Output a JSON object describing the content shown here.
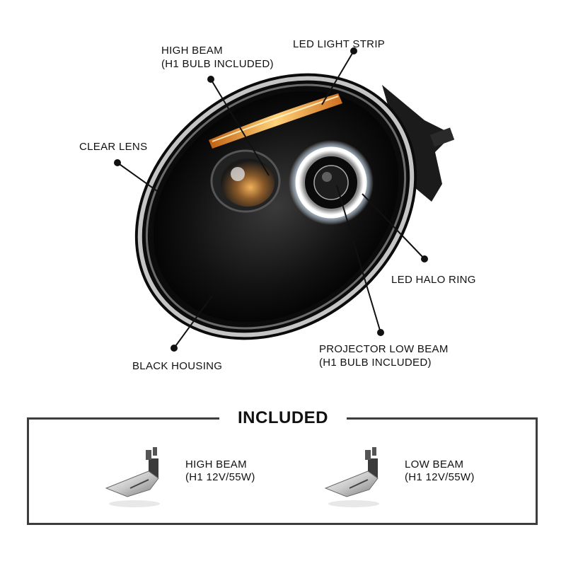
{
  "callouts": {
    "high_beam": {
      "line1": "HIGH BEAM",
      "line2": "(H1 BULB INCLUDED)"
    },
    "led_strip": {
      "line1": "LED LIGHT STRIP"
    },
    "clear_lens": {
      "line1": "CLEAR LENS"
    },
    "led_halo": {
      "line1": "LED HALO RING"
    },
    "projector": {
      "line1": "PROJECTOR LOW BEAM",
      "line2": "(H1 BULB INCLUDED)"
    },
    "housing": {
      "line1": "BLACK HOUSING"
    }
  },
  "included": {
    "title": "INCLUDED",
    "items": [
      {
        "line1": "HIGH BEAM",
        "line2": "(H1 12V/55W)",
        "icon": "h1-bulb-icon"
      },
      {
        "line1": "LOW BEAM",
        "line2": "(H1 12V/55W)",
        "icon": "h1-bulb-icon"
      }
    ]
  },
  "colors": {
    "housing": "#0d0d0d",
    "led_strip": "#f0a040",
    "halo": "#ffffff",
    "frame": "#3d3d3d"
  }
}
